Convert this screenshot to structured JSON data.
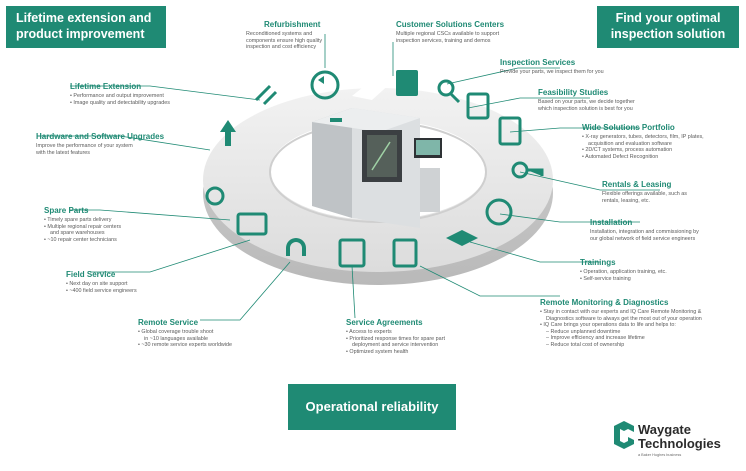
{
  "banners": {
    "top_left": "Lifetime extension and product improvement",
    "top_right": "Find your optimal inspection solution",
    "bottom": "Operational reliability"
  },
  "sections": {
    "refurbishment": {
      "title": "Refurbishment",
      "lines": [
        "Reconditioned systems and",
        "components ensure high quality",
        "inspection and cost efficiency"
      ]
    },
    "customer_centers": {
      "title": "Customer Solutions Centers",
      "lines": [
        "Multiple regional CSCs available to support",
        "inspection services, training and demos"
      ]
    },
    "inspection_services": {
      "title": "Inspection Services",
      "lines": [
        "Provide your parts, we inspect them for you"
      ]
    },
    "feasibility": {
      "title": "Feasibility Studies",
      "lines": [
        "Based on your parts, we decide together",
        "which inspection solution is best for you"
      ]
    },
    "portfolio": {
      "title": "Wide Solutions Portfolio",
      "bullets": [
        "X-ray generators, tubes, detectors, film, IP plates,",
        "acquisition and evaluation software",
        "2D/CT systems, process automation",
        "Automated Defect Recognition"
      ]
    },
    "rentals": {
      "title": "Rentals & Leasing",
      "lines": [
        "Flexible offerings available, such as",
        "rentals, leasing, etc."
      ]
    },
    "installation": {
      "title": "Installation",
      "lines": [
        "Installation, integration and commissioning by",
        "our global network of field service engineers"
      ]
    },
    "trainings": {
      "title": "Trainings",
      "bullets": [
        "Operation, application training, etc.",
        "Self-service training"
      ]
    },
    "remote_monitoring": {
      "title": "Remote Monitoring & Diagnostics",
      "bullets": [
        "Stay in contact with our experts and IQ Care Remote Monitoring &",
        "Diagnostics software to always get the most out of your operation",
        "IQ Care brings your operations data to life and helps to:"
      ],
      "sub": [
        "Reduce unplanned downtime",
        "Improve efficiency and increase lifetime",
        "Reduce total cost of ownership"
      ]
    },
    "lifetime": {
      "title": "Lifetime Extension",
      "bullets": [
        "Performance and output improvement",
        "Image quality and detectability upgrades"
      ]
    },
    "hardware": {
      "title": "Hardware and Software Upgrades",
      "lines": [
        "Improve the performance of your system",
        "with the latest features"
      ]
    },
    "spare_parts": {
      "title": "Spare Parts",
      "bullets": [
        "Timely spare parts delivery",
        "Multiple regional repair centers",
        "and spare warehouses",
        "~10 repair center technicians"
      ]
    },
    "field_service": {
      "title": "Field Service",
      "bullets": [
        "Next day on site support",
        "~400 field service engineers"
      ]
    },
    "remote_service": {
      "title": "Remote Service",
      "bullets": [
        "Global coverage trouble shoot",
        "in ~10 languages available",
        "~30 remote service experts worldwide"
      ]
    },
    "service_agreements": {
      "title": "Service Agreements",
      "bullets": [
        "Access to experts",
        "Prioritized response times for spare part",
        "deployment and service intervention",
        "Optimized system health"
      ]
    }
  },
  "logo": {
    "line1": "Waygate",
    "line2": "Technologies",
    "tagline": "a Baker Hughes business"
  },
  "colors": {
    "accent": "#1f8a74",
    "ring": "#e6e6e6"
  }
}
